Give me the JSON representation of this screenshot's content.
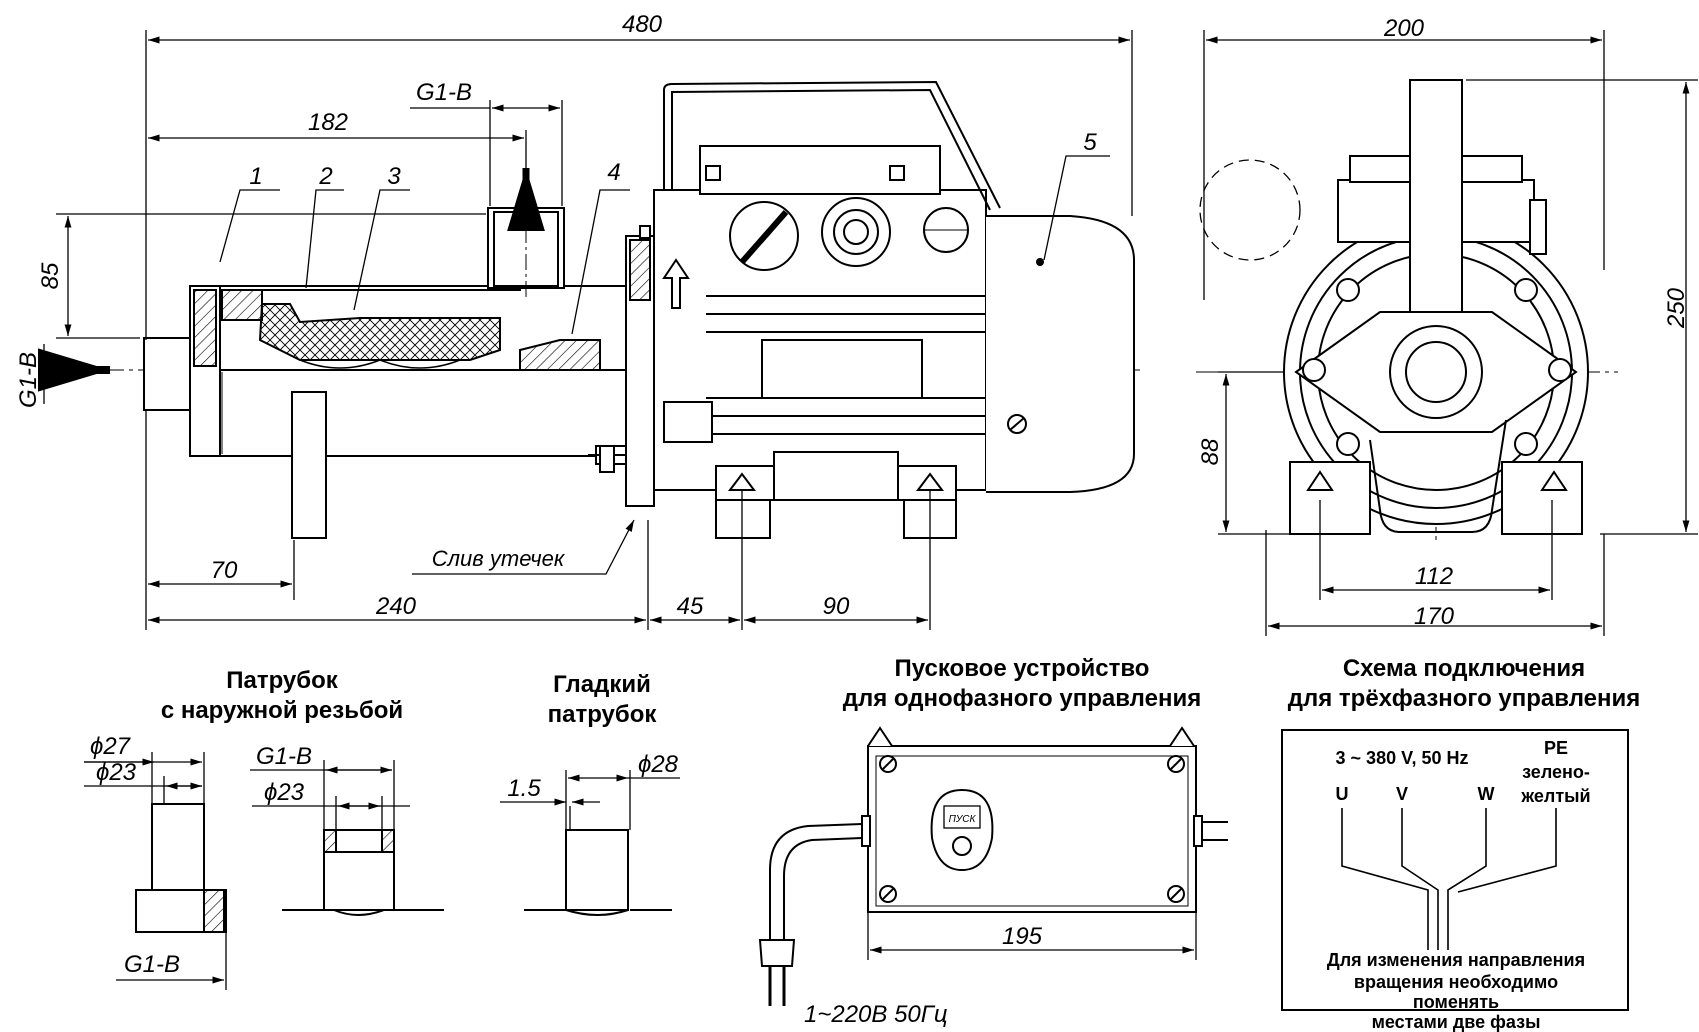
{
  "dimensions": {
    "overall_length": "480",
    "to_outlet": "182",
    "outlet_thread": "G1-B",
    "inlet_thread": "G1-B",
    "center_height": "85",
    "support_offset": "70",
    "pump_length": "240",
    "motor_offset": "45",
    "foot_spacing": "90",
    "front_width": "200",
    "front_height": "250",
    "axis_height": "88",
    "front_foot_spacing": "112",
    "base_width": "170",
    "box_length": "195"
  },
  "parts": {
    "p1": "1",
    "p2": "2",
    "p3": "3",
    "p4": "4",
    "p5": "5"
  },
  "leak_drain": "Слив утечек",
  "threaded_pipe": {
    "title_line1": "Патрубок",
    "title_line2": "с наружной резьбой",
    "d27": "ϕ27",
    "d23": "ϕ23",
    "thread_bottom": "G1-B",
    "thread_top": "G1-B",
    "d23b": "ϕ23"
  },
  "smooth_pipe": {
    "title_line1": "Гладкий",
    "title_line2": "патрубок",
    "wall": "1.5",
    "diameter": "ϕ28"
  },
  "starter": {
    "title_line1": "Пусковое устройство",
    "title_line2": "для однофазного управления",
    "button": "ПУСК",
    "power": "1~220В 50Гц"
  },
  "wiring": {
    "title_line1": "Схема подключения",
    "title_line2": "для трёхфазного управления",
    "supply": "3 ~ 380 V,  50 Hz",
    "pe_line1": "PE",
    "pe_line2": "зелено-",
    "pe_line3": "желтый",
    "u": "U",
    "v": "V",
    "w": "W",
    "note_line1": "Для изменения направления",
    "note_line2": "вращения необходимо",
    "note_line3": "поменять",
    "note_line4": "местами две фазы"
  }
}
